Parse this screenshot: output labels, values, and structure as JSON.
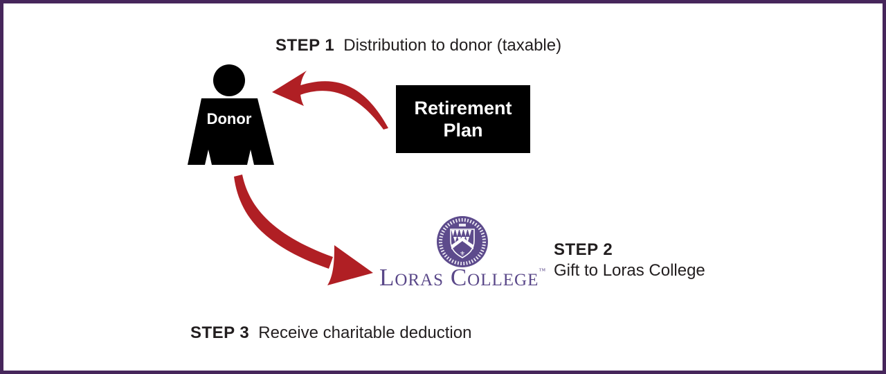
{
  "diagram": {
    "title_context": "Retirement plan charitable gift flow",
    "step1": {
      "label": "STEP 1",
      "text": "Distribution to donor (taxable)"
    },
    "step2": {
      "label": "STEP 2",
      "text": "Gift to Loras College"
    },
    "step3": {
      "label": "STEP 3",
      "text": "Receive charitable deduction"
    },
    "donor_label": "Donor",
    "retirement_plan": {
      "line1": "Retirement",
      "line2": "Plan"
    },
    "loras": {
      "name": "Loras College",
      "trademark": "™"
    }
  },
  "colors": {
    "frame_purple": "#46265B",
    "loras_purple": "#5A4889",
    "seal_purple": "#5D4B8C",
    "arrow_red": "#B01F24",
    "box_black": "#000000",
    "text_black": "#221E1F"
  }
}
